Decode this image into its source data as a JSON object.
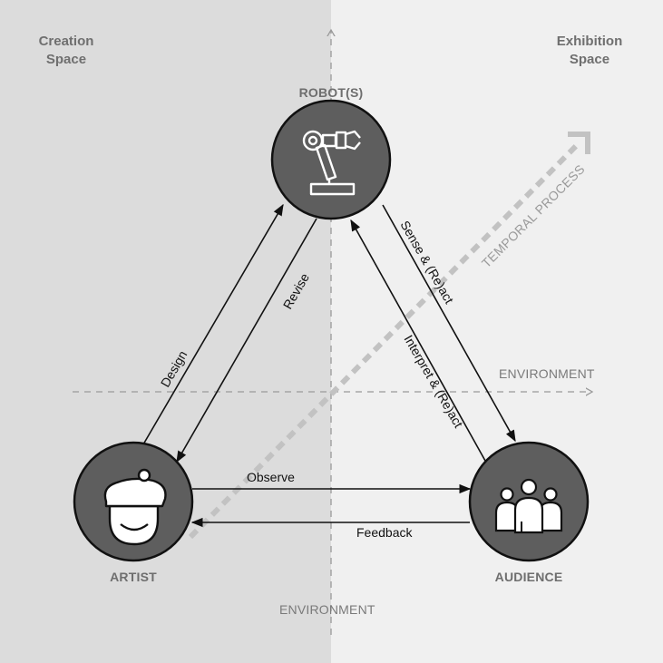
{
  "spaces": {
    "creation": "Creation\nSpace",
    "exhibition": "Exhibition\nSpace"
  },
  "nodes": {
    "robot": "ROBOT(S)",
    "artist": "ARTIST",
    "audience": "AUDIENCE"
  },
  "edges": {
    "design": "Design",
    "revise": "Revise",
    "sense": "Sense & (Re)act",
    "interpret": "Interpret & (Re)act",
    "observe": "Observe",
    "feedback": "Feedback"
  },
  "axes": {
    "environment_horizontal": "ENVIRONMENT",
    "environment_vertical": "ENVIRONMENT",
    "temporal": "TEMPORAL PROCESS"
  },
  "icons": [
    "robot-arm-icon",
    "artist-icon",
    "audience-icon"
  ],
  "colors": {
    "creation_bg": "#dcdcdc",
    "exhibition_bg": "#f0f0f0",
    "node_fill": "#5e5e5e",
    "stroke": "#111111"
  }
}
